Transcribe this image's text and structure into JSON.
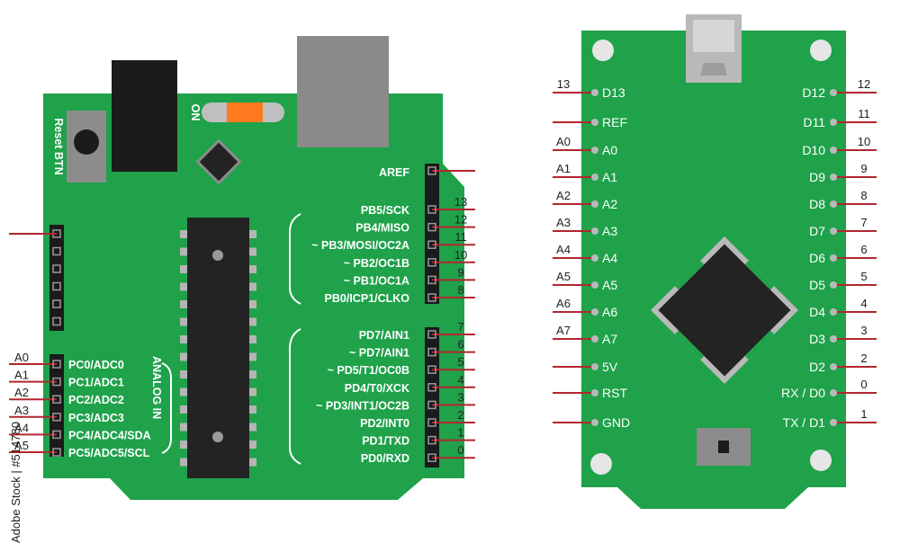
{
  "colors": {
    "board": "#1fa24a",
    "pin_line": "#b2262e",
    "chip": "#232323",
    "header": "#1b1b1b",
    "silk": "#ffffff",
    "usb": "#8a8a8a",
    "led": "#ff7a1f"
  },
  "uno": {
    "on_label": "ON",
    "reset_label": "Reset BTN",
    "analog_label": "ANALOG IN",
    "aref_label": "AREF",
    "digital_upper": [
      {
        "label": "PB5/SCK",
        "num": "13"
      },
      {
        "label": "PB4/MISO",
        "num": "12"
      },
      {
        "label": "~ PB3/MOSI/OC2A",
        "num": "11"
      },
      {
        "label": "~ PB2/OC1B",
        "num": "10"
      },
      {
        "label": "~ PB1/OC1A",
        "num": "9"
      },
      {
        "label": "PB0/ICP1/CLKO",
        "num": "8"
      }
    ],
    "digital_lower": [
      {
        "label": "PD7/AIN1",
        "num": "7"
      },
      {
        "label": "~ PD7/AIN1",
        "num": "6"
      },
      {
        "label": "~ PD5/T1/OC0B",
        "num": "5"
      },
      {
        "label": "PD4/T0/XCK",
        "num": "4"
      },
      {
        "label": "~ PD3/INT1/OC2B",
        "num": "3"
      },
      {
        "label": "PD2/INT0",
        "num": "2"
      },
      {
        "label": "PD1/TXD",
        "num": "1"
      },
      {
        "label": "PD0/RXD",
        "num": "0"
      }
    ],
    "analog": [
      {
        "label": "PC0/ADC0",
        "num": "A0"
      },
      {
        "label": "PC1/ADC1",
        "num": "A1"
      },
      {
        "label": "PC2/ADC2",
        "num": "A2"
      },
      {
        "label": "PC3/ADC3",
        "num": "A3"
      },
      {
        "label": "PC4/ADC4/SDA",
        "num": "A4"
      },
      {
        "label": "PC5/ADC5/SCL",
        "num": "A5"
      }
    ]
  },
  "nano": {
    "left_pins": [
      {
        "label": "D13",
        "num": "13"
      },
      {
        "label": "REF",
        "num": ""
      },
      {
        "label": "A0",
        "num": "A0"
      },
      {
        "label": "A1",
        "num": "A1"
      },
      {
        "label": "A2",
        "num": "A2"
      },
      {
        "label": "A3",
        "num": "A3"
      },
      {
        "label": "A4",
        "num": "A4"
      },
      {
        "label": "A5",
        "num": "A5"
      },
      {
        "label": "A6",
        "num": "A6"
      },
      {
        "label": "A7",
        "num": "A7"
      },
      {
        "label": "5V",
        "num": ""
      },
      {
        "label": "RST",
        "num": ""
      },
      {
        "label": "GND",
        "num": ""
      }
    ],
    "right_pins": [
      {
        "label": "D12",
        "num": "12"
      },
      {
        "label": "D11",
        "num": "11"
      },
      {
        "label": "D10",
        "num": "10"
      },
      {
        "label": "D9",
        "num": "9"
      },
      {
        "label": "D8",
        "num": "8"
      },
      {
        "label": "D7",
        "num": "7"
      },
      {
        "label": "D6",
        "num": "6"
      },
      {
        "label": "D5",
        "num": "5"
      },
      {
        "label": "D4",
        "num": "4"
      },
      {
        "label": "D3",
        "num": "3"
      },
      {
        "label": "D2",
        "num": "2"
      },
      {
        "label": "RX / D0",
        "num": "0"
      },
      {
        "label": "TX / D1",
        "num": "1"
      }
    ]
  },
  "watermark": {
    "side_text": "Adobe Stock | #514780"
  }
}
